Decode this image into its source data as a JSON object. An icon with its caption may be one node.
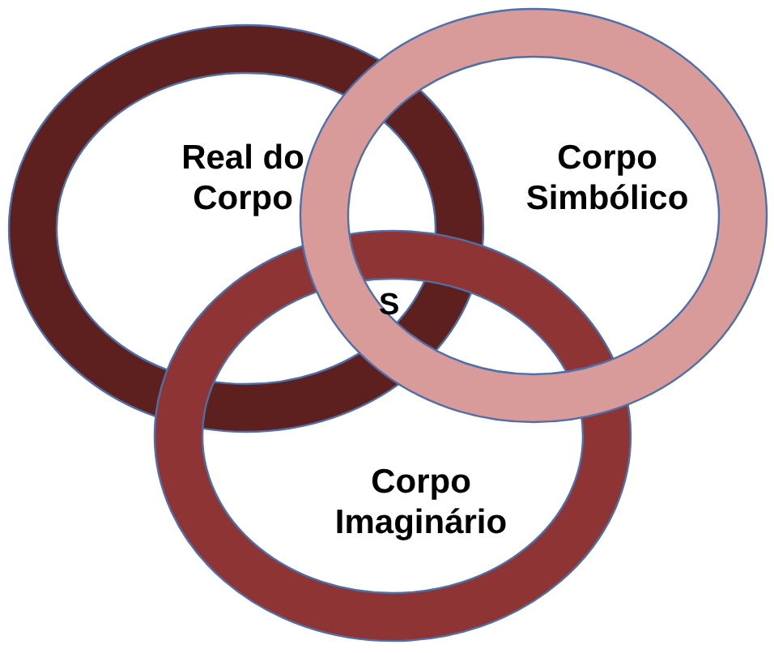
{
  "diagram": {
    "nodes": [
      {
        "text": [
          "Real do Corpo"
        ]
      },
      {
        "text": [
          "Corpo Simbólico"
        ]
      },
      {
        "text": [
          "Corpo Imaginário"
        ]
      }
    ],
    "labels": [
      "S"
    ]
  }
}
